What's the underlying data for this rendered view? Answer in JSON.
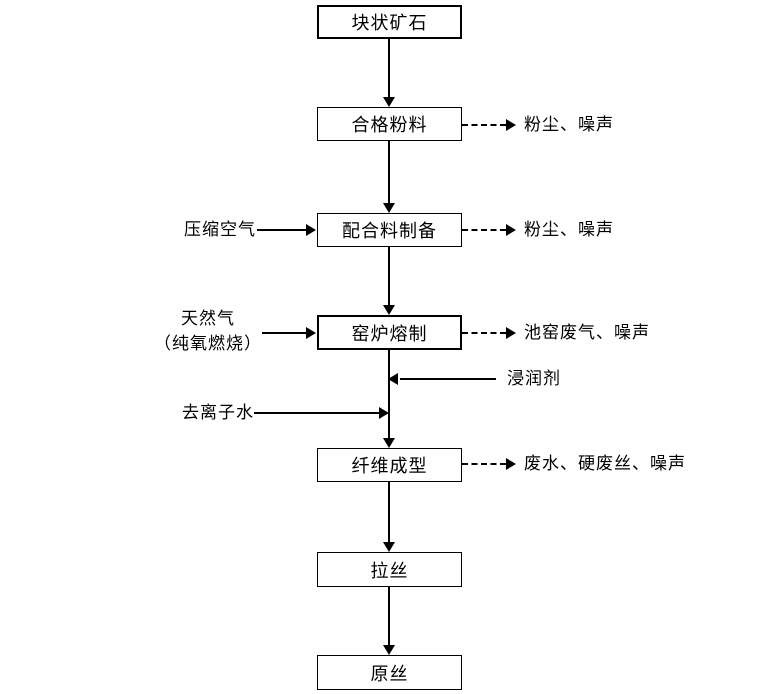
{
  "diagram": {
    "type": "process-flow",
    "boxes": [
      {
        "id": "lump-ore",
        "label": "块状矿石"
      },
      {
        "id": "qualified-powder",
        "label": "合格粉料"
      },
      {
        "id": "batch-preparation",
        "label": "配合料制备"
      },
      {
        "id": "furnace-melting",
        "label": "窑炉熔制"
      },
      {
        "id": "fiber-forming",
        "label": "纤维成型"
      },
      {
        "id": "drawing",
        "label": "拉丝"
      },
      {
        "id": "raw-yarn",
        "label": "原丝"
      }
    ],
    "emissions": [
      {
        "from": "合格粉料",
        "label": "粉尘、噪声"
      },
      {
        "from": "配合料制备",
        "label": "粉尘、噪声"
      },
      {
        "from": "窑炉熔制",
        "label": "池窑废气、噪声"
      },
      {
        "from": "纤维成型",
        "label": "废水、硬废丝、噪声"
      }
    ],
    "inputs": {
      "compressed_air": "压缩空气",
      "natural_gas_line1": "天然气",
      "natural_gas_line2": "（纯氧燃烧）",
      "sizing_agent": "浸润剂",
      "deionized_water": "去离子水"
    },
    "colors": {
      "line": "#000000",
      "background": "#ffffff",
      "box_fill": "#ffffff"
    }
  }
}
